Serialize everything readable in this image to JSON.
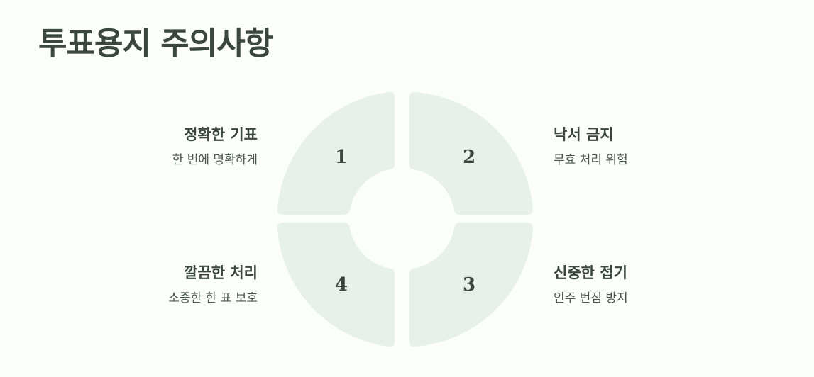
{
  "title": "투표용지 주의사항",
  "segment_fill": "#e8f1e9",
  "segments": [
    {
      "number": "1",
      "heading": "정확한 기표",
      "sub": "한 번에 명확하게"
    },
    {
      "number": "2",
      "heading": "낙서 금지",
      "sub": "무효 처리 위험"
    },
    {
      "number": "3",
      "heading": "신중한 접기",
      "sub": "인주 번짐 방지"
    },
    {
      "number": "4",
      "heading": "깔끔한 처리",
      "sub": "소중한 한 표 보호"
    }
  ]
}
